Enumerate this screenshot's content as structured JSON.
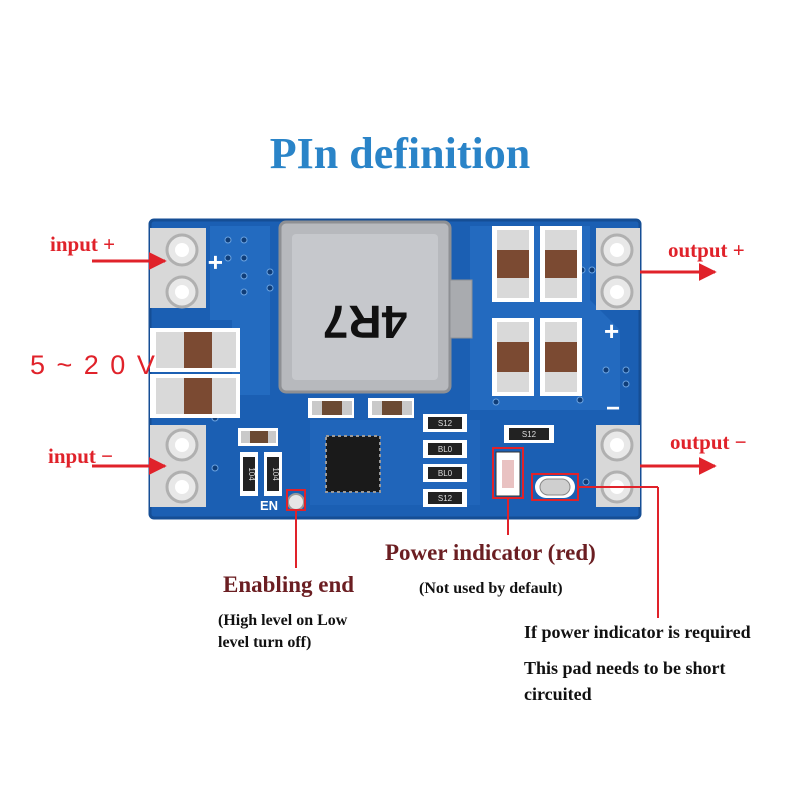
{
  "title": "PIn definition",
  "labels": {
    "input_plus": "input +",
    "input_minus": "input −",
    "voltage": "5 ~ 2 0 V",
    "output_plus": "output +",
    "output_minus": "output −"
  },
  "annotations": {
    "enabling_end": "Enabling end",
    "enabling_note_1": "(High level on Low",
    "enabling_note_2": "level turn off)",
    "power_indicator": "Power indicator (red)",
    "power_indicator_note": "(Not used by default)",
    "pad_note_1": "If power indicator is required",
    "pad_note_2": "This pad needs to be short",
    "pad_note_3": "circuited"
  },
  "board": {
    "inductor_marking": "4R7",
    "en_label": "EN",
    "plus_mark": "+",
    "minus_mark": "−",
    "resistor_marking_1": "S12",
    "resistor_marking_2": "BL0",
    "resistor_marking_3": "BL0",
    "resistor_marking_4": "S12",
    "resistor_marking_5": "S12",
    "resistor_marking_6": "104",
    "resistor_marking_7": "104"
  },
  "colors": {
    "title": "#2a84c8",
    "pin_labels": "#e0222a",
    "annotation_text": "#6b1e22",
    "pcb": "#1b5fb3",
    "arrows": "#e0222a"
  }
}
